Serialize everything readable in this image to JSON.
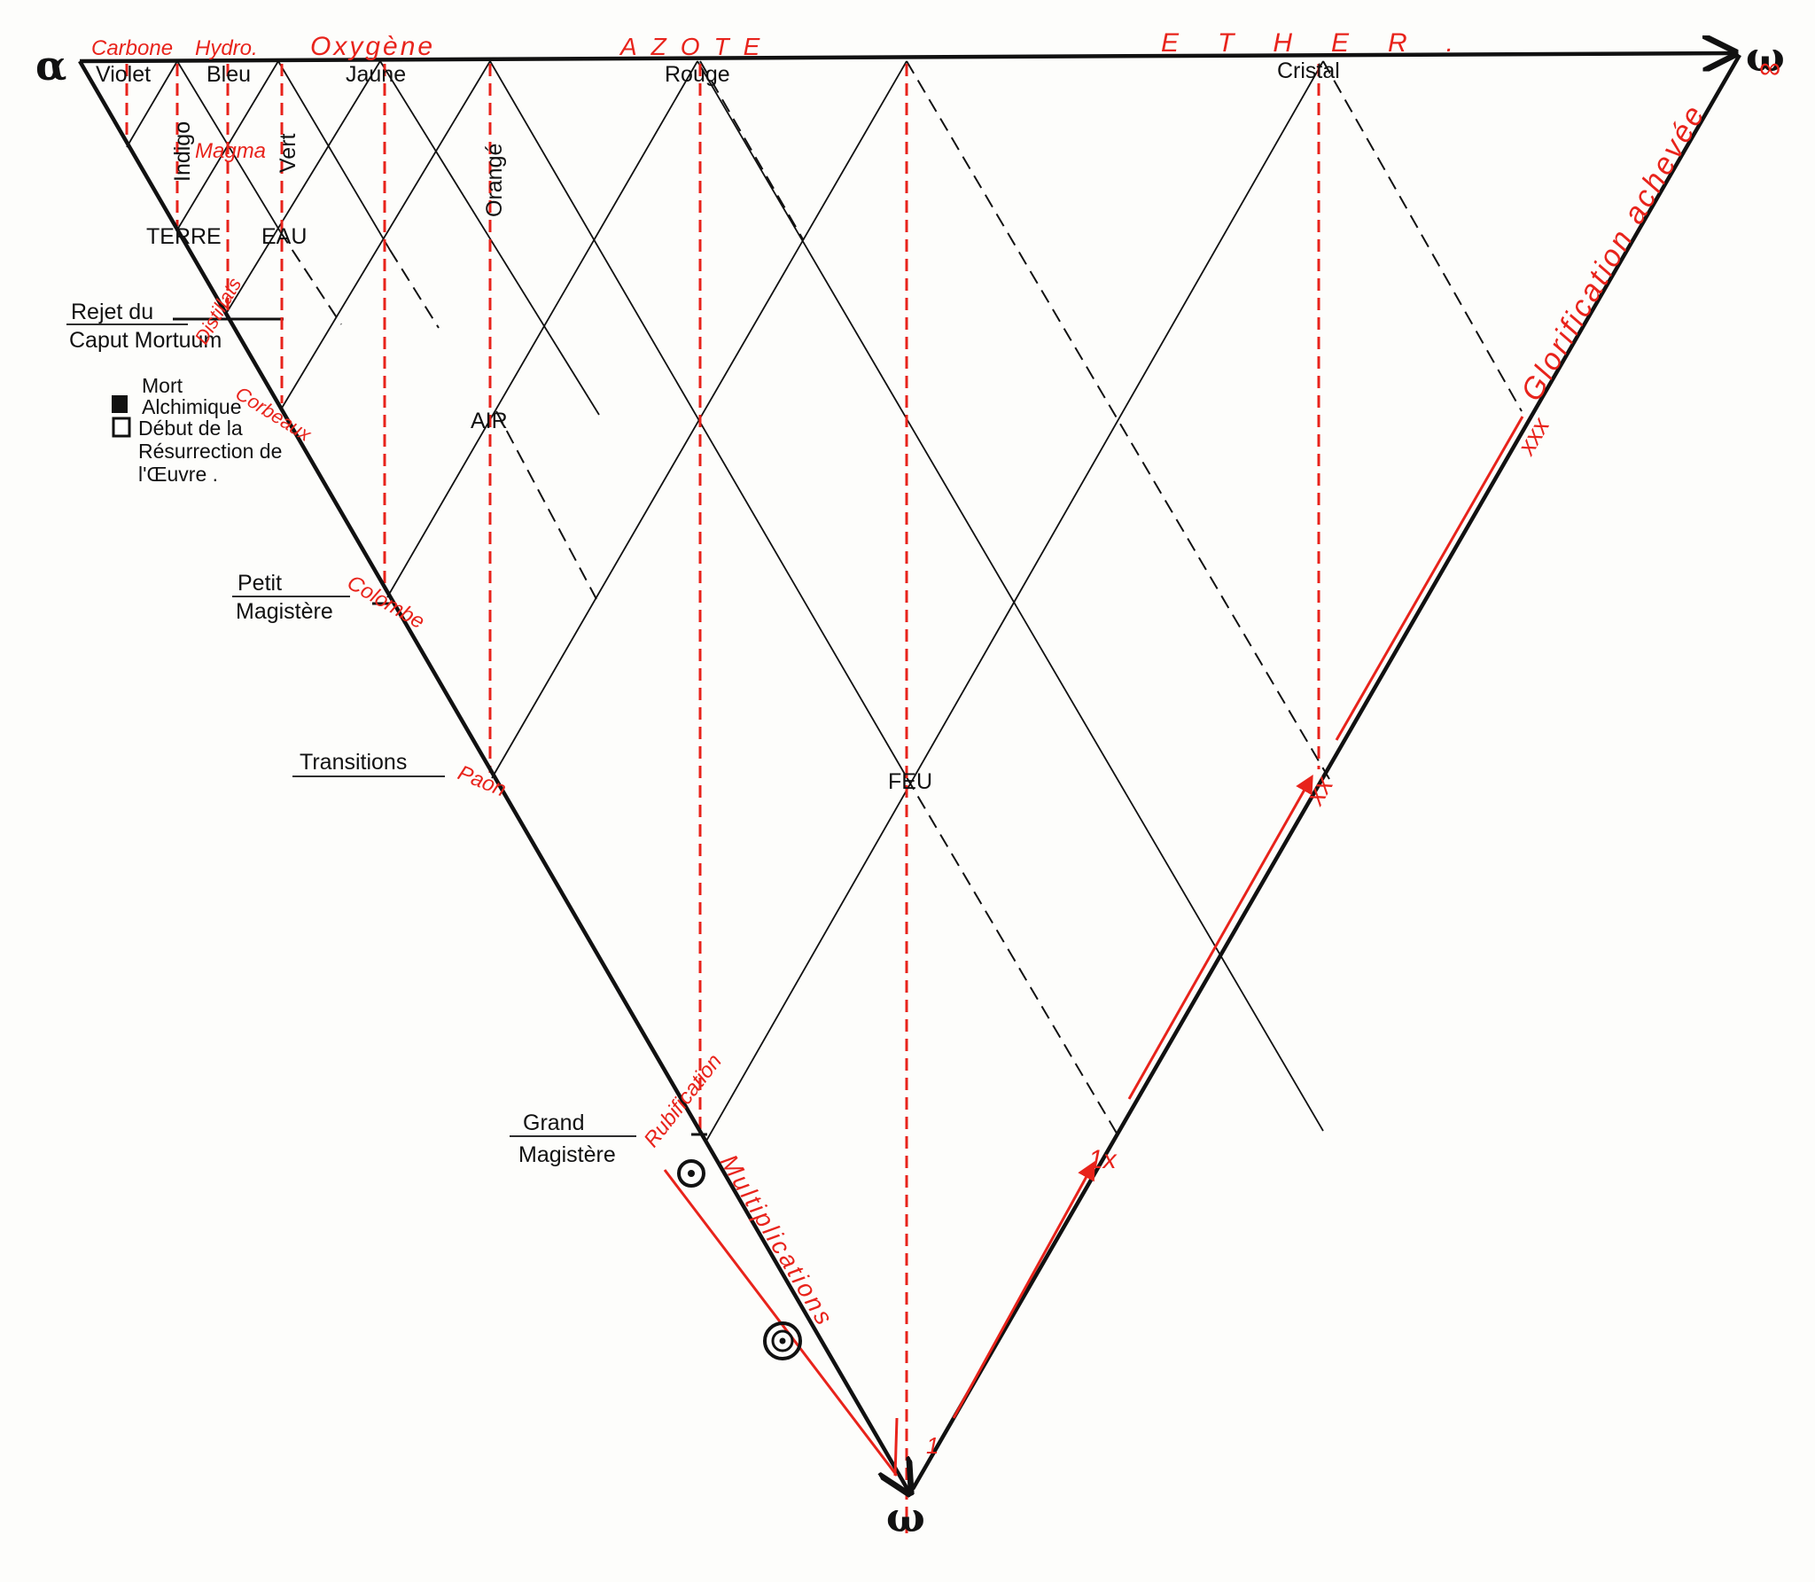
{
  "symbols": {
    "alpha": "α",
    "omega_top": "ω",
    "infinity": "∞",
    "omega_bottom": "ω"
  },
  "colors": {
    "ink": "#111111",
    "red": "#e8231b",
    "background": "#fdfdfb"
  },
  "top_labels": {
    "violet": "Violet",
    "bleu": "Bleu",
    "jaune": "Jaune",
    "rouge": "Rouge",
    "cristal": "Cristal",
    "indigo": "Indigo",
    "vert": "Vert",
    "orange": "Orangé"
  },
  "elements": {
    "terre": "TERRE",
    "eau": "EAU",
    "air": "AIR",
    "feu": "FEU"
  },
  "side_labels": {
    "rejet_1": "Rejet du",
    "rejet_2": "Caput Mortuum",
    "mort_1": "Mort",
    "mort_2": "Alchimique",
    "debut_1": "Début de la",
    "debut_2": "Résurrection de",
    "debut_3": "l'Œuvre .",
    "petit_1": "Petit",
    "petit_2": "Magistère",
    "transitions": "Transitions",
    "grand_1": "Grand",
    "grand_2": "Magistère"
  },
  "red_labels": {
    "carbone": "Carbone",
    "hydro": "Hydro.",
    "oxygene": "Oxygène",
    "azote": "AZOTE",
    "ether": "ETHER.",
    "magma": "Magma",
    "distillats": "Distillats",
    "corbeaux": "Corbeaux",
    "colombe": "Colombe",
    "paon": "Paon",
    "rubification": "Rubification",
    "multiplications": "Multiplications",
    "glorification": "Glorification achevée",
    "mark_1": "1",
    "mark_1x": "1x",
    "mark_xx": "xx",
    "mark_xxx": "xxx"
  }
}
